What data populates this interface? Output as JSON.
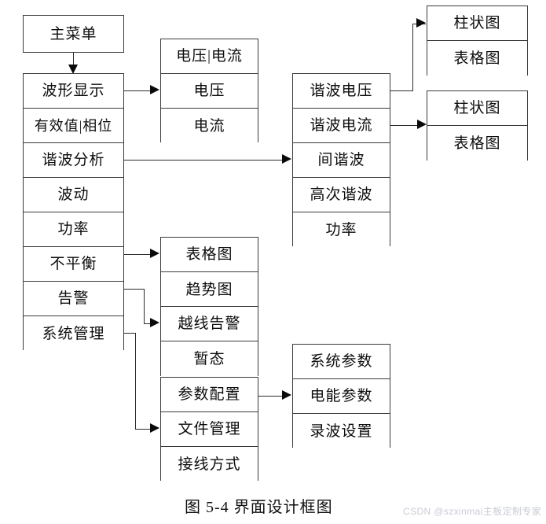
{
  "figure": {
    "caption": "图 5-4  界面设计框图",
    "watermark": "CSDN @szxinmai主板定制专家"
  },
  "colors": {
    "box_border": "#3a3a3a",
    "line": "#2b2b2b",
    "arrow": "#0a0a0a",
    "text": "#0d0d0d",
    "background": "#ffffff",
    "watermark": "#c9ccd4"
  },
  "diagram": {
    "type": "flowchart",
    "title": "界面设计框图",
    "groups": [
      {
        "id": "root",
        "name": "主菜单",
        "cells": [
          {
            "id": "main-menu",
            "label": "主菜单"
          }
        ]
      },
      {
        "id": "main-menu-list",
        "name": "主菜单项",
        "cells": [
          {
            "id": "waveform-display",
            "label": "波形显示"
          },
          {
            "id": "rms-phase",
            "label": "有效值|相位"
          },
          {
            "id": "harmonic-analysis",
            "label": "谐波分析"
          },
          {
            "id": "fluctuation",
            "label": "波动"
          },
          {
            "id": "power",
            "label": "功率"
          },
          {
            "id": "unbalance",
            "label": "不平衡"
          },
          {
            "id": "alarm",
            "label": "告警"
          },
          {
            "id": "system-management",
            "label": "系统管理"
          }
        ]
      },
      {
        "id": "voltage-current",
        "name": "电压电流组",
        "cells": [
          {
            "id": "voltage-or-current",
            "label": "电压|电流"
          },
          {
            "id": "voltage",
            "label": "电压"
          },
          {
            "id": "current",
            "label": "电流"
          }
        ]
      },
      {
        "id": "harmonic-group",
        "name": "谐波组",
        "cells": [
          {
            "id": "harmonic-voltage",
            "label": "谐波电压"
          },
          {
            "id": "harmonic-current",
            "label": "谐波电流"
          },
          {
            "id": "interharmonic",
            "label": "间谐波"
          },
          {
            "id": "high-order-harmonic",
            "label": "高次谐波"
          },
          {
            "id": "harmonic-power",
            "label": "功率"
          }
        ]
      },
      {
        "id": "chart-group-1",
        "name": "谐波电压图表组",
        "cells": [
          {
            "id": "bar-chart-1",
            "label": "柱状图"
          },
          {
            "id": "table-chart-1",
            "label": "表格图"
          }
        ]
      },
      {
        "id": "chart-group-2",
        "name": "谐波电流图表组",
        "cells": [
          {
            "id": "bar-chart-2",
            "label": "柱状图"
          },
          {
            "id": "table-chart-2",
            "label": "表格图"
          }
        ]
      },
      {
        "id": "unbalance-views",
        "name": "不平衡视图组",
        "cells": [
          {
            "id": "table-view",
            "label": "表格图"
          },
          {
            "id": "trend-view",
            "label": "趋势图"
          }
        ]
      },
      {
        "id": "alarm-views",
        "name": "告警视图组",
        "cells": [
          {
            "id": "over-limit-alarm",
            "label": "越线告警"
          },
          {
            "id": "transient",
            "label": "暂态"
          }
        ]
      },
      {
        "id": "system-views",
        "name": "系统管理视图组",
        "cells": [
          {
            "id": "parameter-config",
            "label": "参数配置"
          },
          {
            "id": "file-management",
            "label": "文件管理"
          },
          {
            "id": "wiring-mode",
            "label": "接线方式"
          }
        ]
      },
      {
        "id": "param-group",
        "name": "参数配置组",
        "cells": [
          {
            "id": "system-parameters",
            "label": "系统参数"
          },
          {
            "id": "power-parameters",
            "label": "电能参数"
          },
          {
            "id": "record-settings",
            "label": "录波设置"
          }
        ]
      }
    ],
    "edges": [
      {
        "from": "main-menu",
        "to": "waveform-display",
        "direction": "down"
      },
      {
        "from": "waveform-display",
        "to": "voltage",
        "direction": "right"
      },
      {
        "from": "harmonic-analysis",
        "to": "interharmonic",
        "direction": "right"
      },
      {
        "from": "harmonic-voltage",
        "to": "bar-chart-1",
        "direction": "right-up"
      },
      {
        "from": "harmonic-current",
        "to": "bar-chart-2",
        "direction": "right"
      },
      {
        "from": "unbalance",
        "to": "table-view",
        "direction": "right"
      },
      {
        "from": "alarm",
        "to": "over-limit-alarm",
        "direction": "right-down"
      },
      {
        "from": "system-management",
        "to": "file-management",
        "direction": "right-down"
      },
      {
        "from": "parameter-config",
        "to": "power-parameters",
        "direction": "right"
      }
    ]
  }
}
